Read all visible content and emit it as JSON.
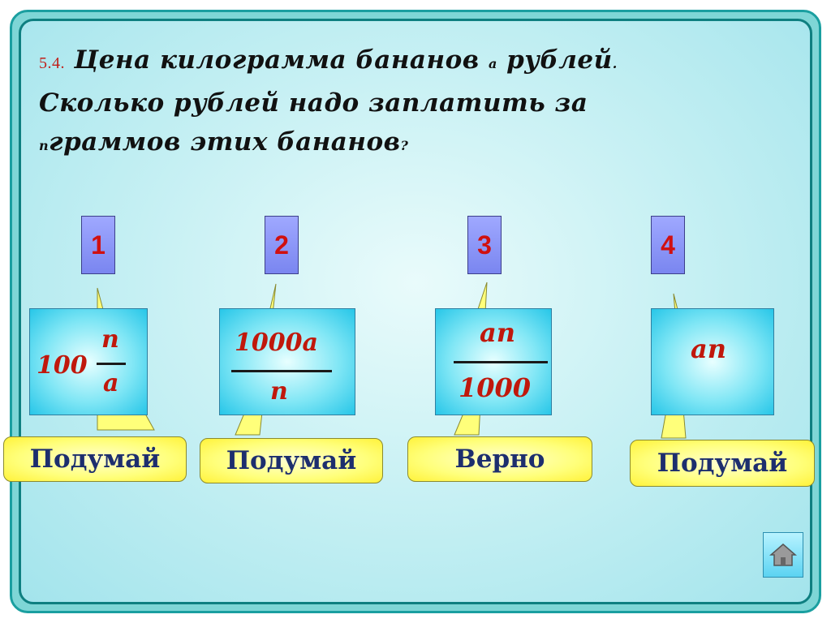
{
  "question": {
    "number": "5.4.",
    "part1": " Цена килограмма бананов ",
    "var_a": "a",
    "part2": " рублей",
    "dot": ".",
    "line2": "Сколько рублей надо заплатить за",
    "var_n": "n",
    "line3": "граммов этих бананов",
    "qmark": "?"
  },
  "options": [
    {
      "number": "1",
      "numerator": "n",
      "whole": "100",
      "denominator": "a",
      "feedback": "Подумай"
    },
    {
      "number": "2",
      "numerator": "1000a",
      "denominator": "n",
      "feedback": "Подумай"
    },
    {
      "number": "3",
      "numerator": "an",
      "denominator": "1000",
      "feedback": "Верно"
    },
    {
      "number": "4",
      "expression": "an",
      "feedback": "Подумай"
    }
  ],
  "colors": {
    "frame": "#1a9fa0",
    "number_text": "#d01010",
    "formula_text": "#c0180c",
    "feedback_text": "#1d2e6e",
    "callout_fill": "#ffff7a"
  },
  "icons": {
    "home": "home-icon"
  }
}
